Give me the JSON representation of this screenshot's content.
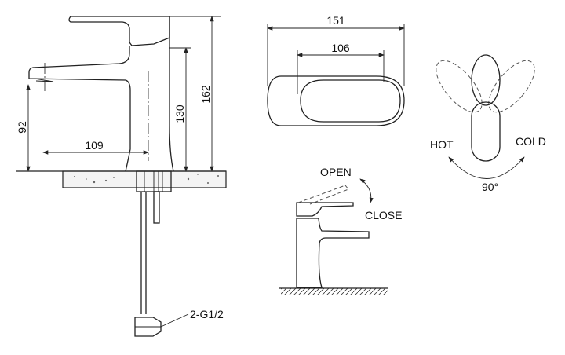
{
  "dimensions": {
    "overall_height": "162",
    "body_height": "130",
    "spout_height": "92",
    "spout_reach": "109",
    "total_length": "151",
    "handle_length": "106"
  },
  "labels": {
    "connection": "2-G1/2",
    "open": "OPEN",
    "close": "CLOSE",
    "hot": "HOT",
    "cold": "COLD",
    "rotation_angle": "90°"
  }
}
